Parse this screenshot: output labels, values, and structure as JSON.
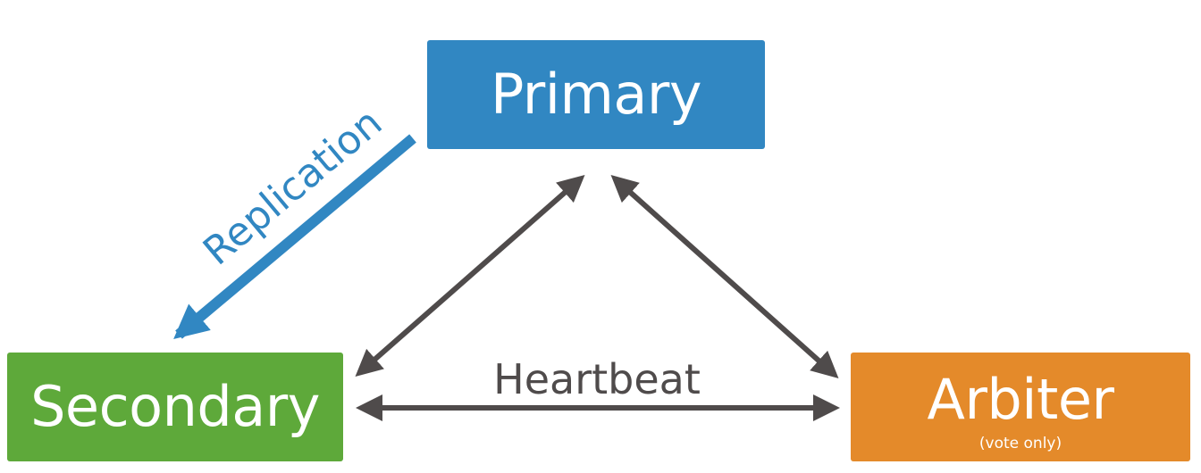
{
  "nodes": {
    "primary": {
      "label": "Primary",
      "color": "#3187c2"
    },
    "secondary": {
      "label": "Secondary",
      "color": "#5ea93a"
    },
    "arbiter": {
      "label": "Arbiter",
      "note": "(vote only)",
      "color": "#e48a2a"
    }
  },
  "edges": {
    "replication": {
      "label": "Replication",
      "from": "Primary",
      "to": "Secondary",
      "color": "#3187c2"
    },
    "heartbeat": {
      "label": "Heartbeat",
      "color": "#4f4b4b"
    }
  }
}
